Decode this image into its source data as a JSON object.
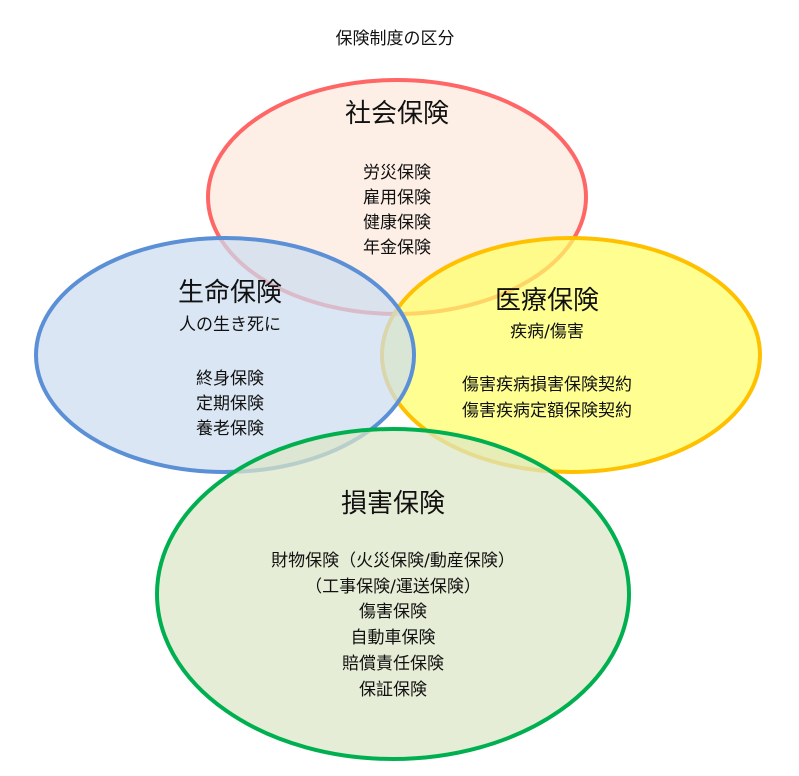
{
  "title": "保険制度の区分",
  "circles": [
    {
      "id": "social",
      "header": "社会保険",
      "subtitle": "",
      "items": [
        "労災保険",
        "雇用保険",
        "健康保険",
        "年金保険"
      ],
      "stroke": "#FF6666",
      "fill": "#FCE9DC"
    },
    {
      "id": "medical",
      "header": "医療保険",
      "subtitle": "疾病/傷害",
      "items": [
        "傷害疾病損害保険契約",
        "傷害疾病定額保険契約"
      ],
      "stroke": "#FFC000",
      "fill": "#FFFF66"
    },
    {
      "id": "life",
      "header": "生命保険",
      "subtitle": "人の生き死に",
      "items": [
        "終身保険",
        "定期保険",
        "養老保険"
      ],
      "stroke": "#5B8FD6",
      "fill": "#CCDCF0"
    },
    {
      "id": "damage",
      "header": "損害保険",
      "subtitle": "",
      "items": [
        "財物保険（火災保険/動産保険）",
        "（工事保険/運送保険）",
        "傷害保険",
        "自動車保険",
        "賠償責任保険",
        "保証保険"
      ],
      "stroke": "#00B050",
      "fill": "#DCE6C6"
    }
  ]
}
